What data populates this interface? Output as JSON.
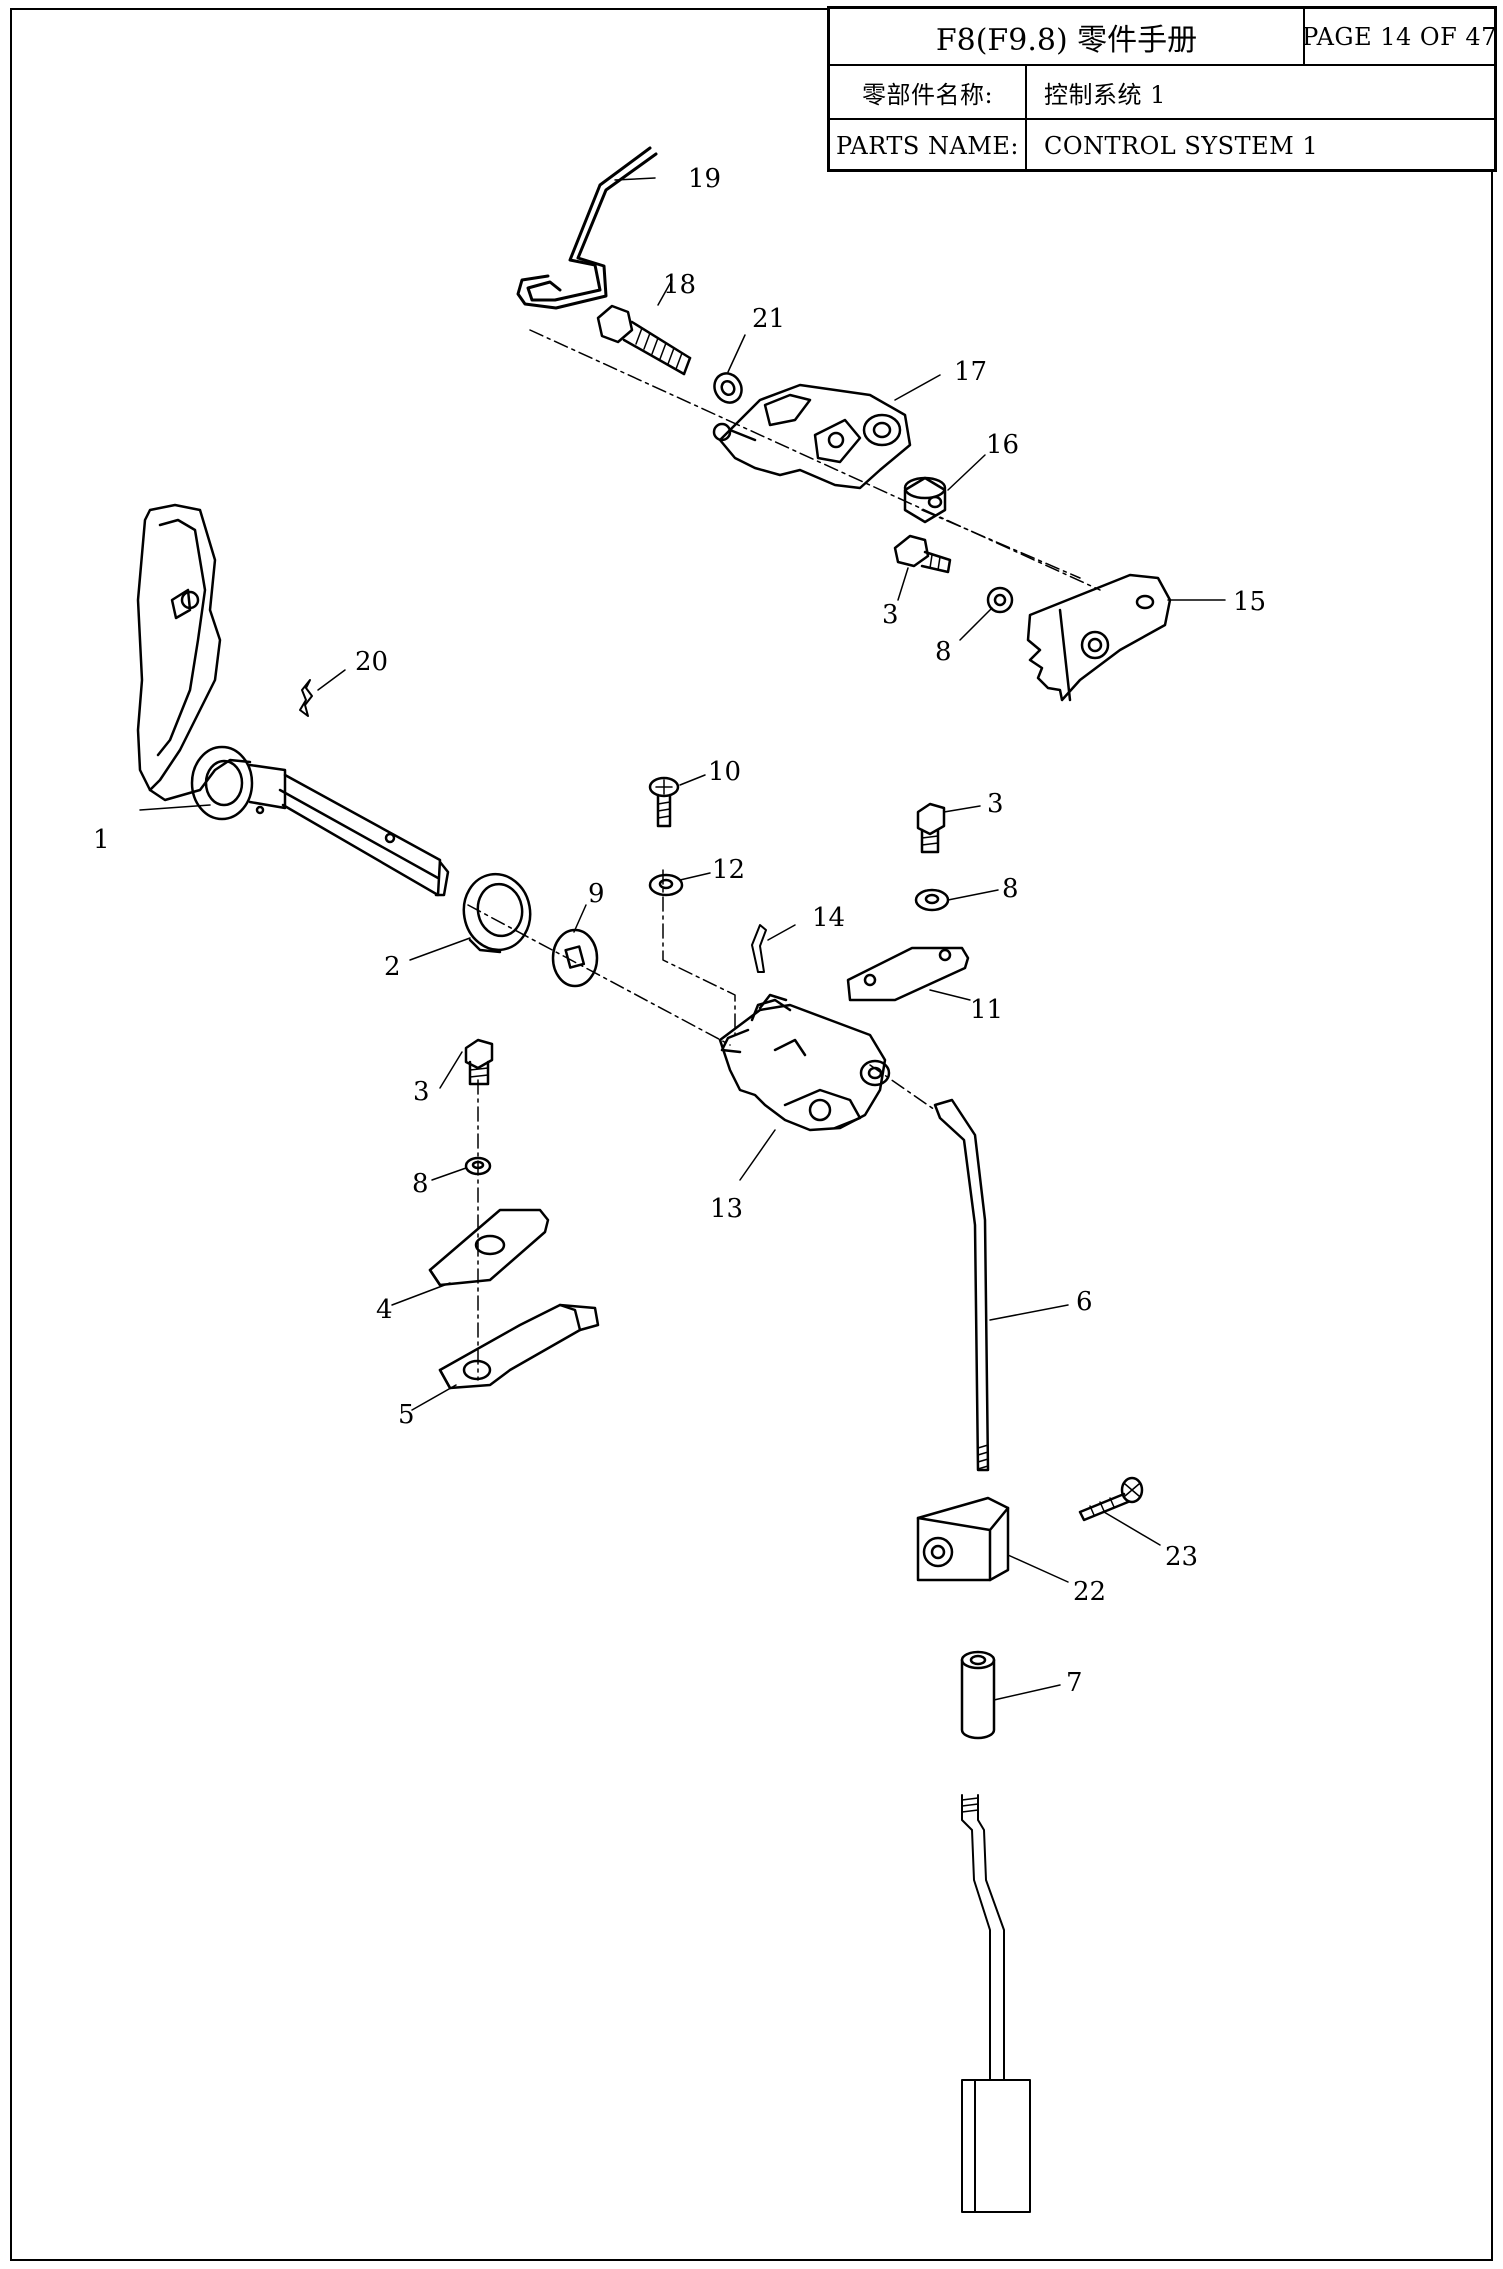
{
  "header": {
    "manual_title": "F8(F9.8) 零件手册",
    "page_label": "PAGE 14 OF 47",
    "parts_name_label_cn": "零部件名称:",
    "parts_name_value_cn": "控制系统 1",
    "parts_name_label_en": "PARTS NAME:",
    "parts_name_value_en": "CONTROL SYSTEM 1"
  },
  "callouts": [
    "1",
    "2",
    "3",
    "3",
    "3",
    "4",
    "5",
    "6",
    "7",
    "8",
    "8",
    "8",
    "9",
    "10",
    "11",
    "12",
    "13",
    "14",
    "15",
    "16",
    "17",
    "18",
    "19",
    "20",
    "21",
    "22",
    "23"
  ]
}
